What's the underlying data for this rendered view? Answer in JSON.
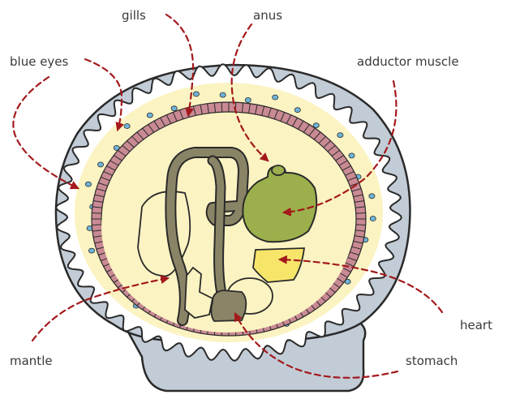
{
  "labels": {
    "gills": "gills",
    "anus": "anus",
    "blue_eyes": "blue eyes",
    "adductor_muscle": "adductor muscle",
    "heart": "heart",
    "mantle": "mantle",
    "stomach": "stomach"
  },
  "colors": {
    "shell": "#c2ccd6",
    "shell_outline": "#2a2a2a",
    "mantle_fill": "#fbf3c2",
    "gill_band": "#c98a94",
    "eye": "#6fb4d8",
    "gut": "#8a8466",
    "muscle": "#9bb04c",
    "heart": "#f7e56a",
    "arrow": "#a3191c"
  }
}
